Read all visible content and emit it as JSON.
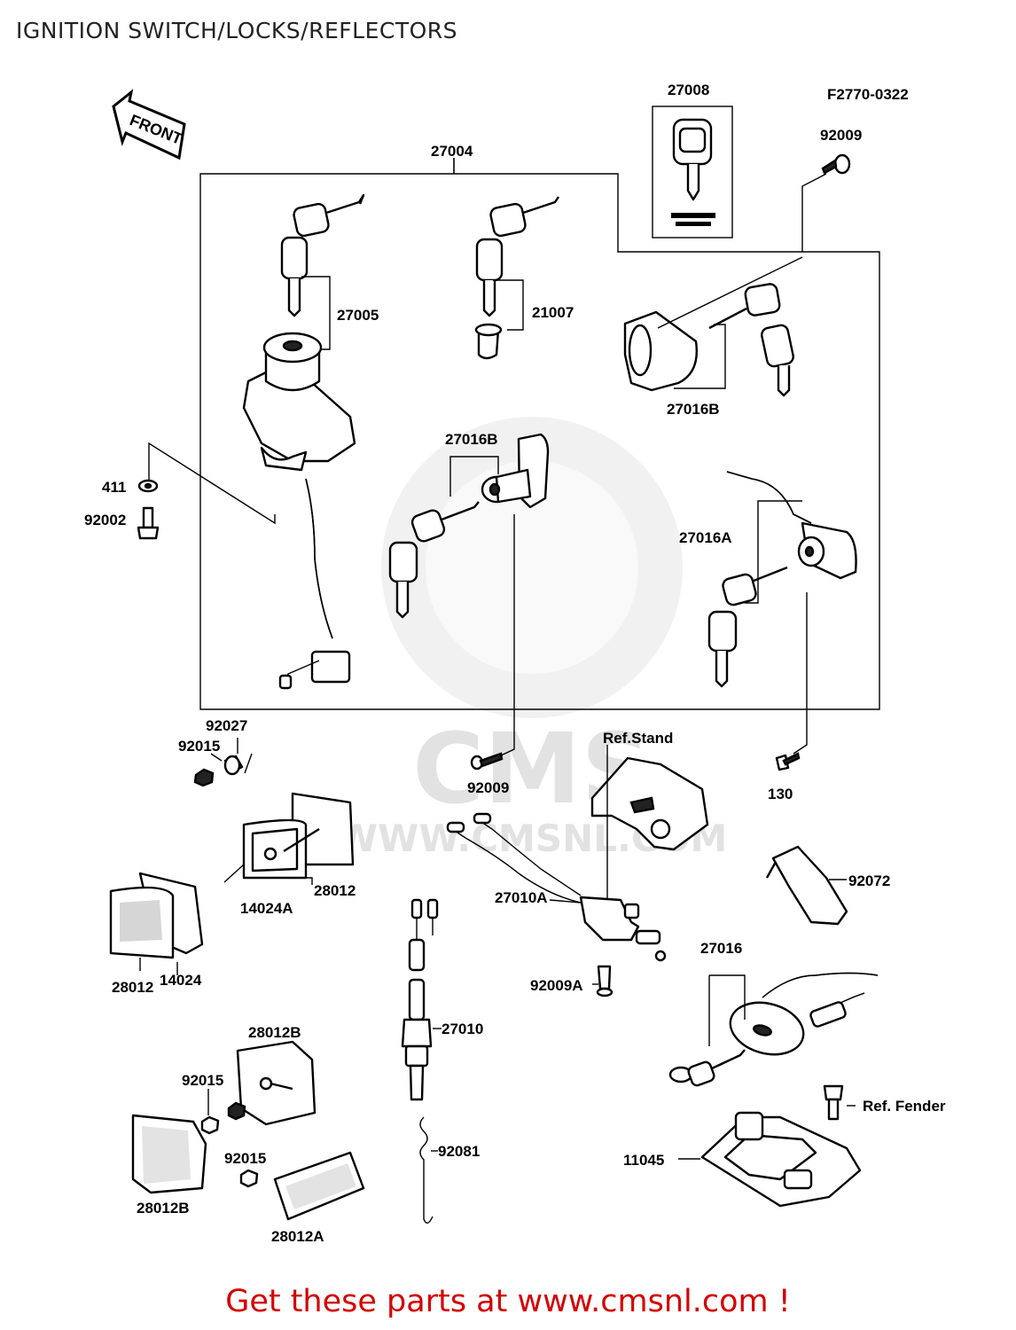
{
  "title": "IGNITION SWITCH/LOCKS/REFLECTORS",
  "diagram_code": "F2770-0322",
  "front_label": "FRONT",
  "footer": "Get these parts at www.cmsnl.com !",
  "watermark": "WWW.CMSNL.COM",
  "watermark_logo": "CMS",
  "part_labels": {
    "p27008": "27008",
    "p92009_top": "92009",
    "p27004": "27004",
    "p27005": "27005",
    "p21007": "21007",
    "p27016B_a": "27016B",
    "p27016B_b": "27016B",
    "p411": "411",
    "p92002": "92002",
    "p27016A": "27016A",
    "p92027": "92027",
    "p92015_a": "92015",
    "p92009_mid": "92009",
    "p130": "130",
    "ref_stand": "Ref.Stand",
    "p28012_a": "28012",
    "p14024A": "14024A",
    "p92072": "92072",
    "p27010A": "27010A",
    "p28012_b": "28012",
    "p14024": "14024",
    "p92009A": "92009A",
    "p27016": "27016",
    "p27010": "27010",
    "p28012B_a": "28012B",
    "p92015_b": "92015",
    "ref_fender": "Ref. Fender",
    "p92081": "92081",
    "p11045": "11045",
    "p92015_c": "92015",
    "p28012B_b": "28012B",
    "p28012A": "28012A"
  }
}
